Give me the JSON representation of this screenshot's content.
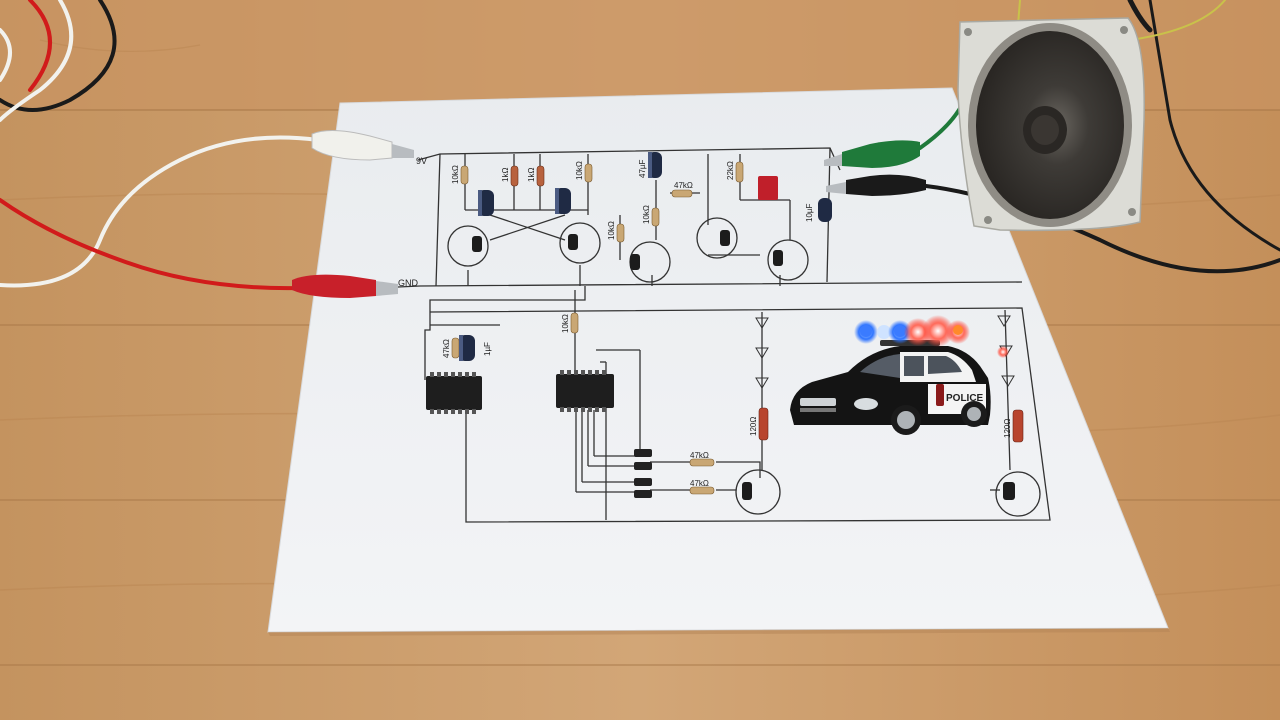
{
  "labels": {
    "v9": "9V",
    "gnd": "GND",
    "police": "POLICE"
  },
  "components": {
    "resistors_top": [
      "10kΩ",
      "1kΩ",
      "1kΩ",
      "10kΩ",
      "10kΩ",
      "47kΩ",
      "22kΩ"
    ],
    "caps_top": [
      "47µF",
      "10µF"
    ],
    "r_bottom_left": "47kΩ",
    "c_bottom_left": "1µF",
    "r_mid": "10kΩ",
    "r_led1": "47kΩ",
    "r_led2": "47kΩ",
    "r_120a": "120Ω",
    "r_120b": "120Ω",
    "r_47k_top": "47kΩ"
  },
  "colors": {
    "wood": "#c99a68",
    "paper": "#eef0f3",
    "wire_red": "#d11b1b",
    "wire_black": "#1a1a1a",
    "clip_red": "#c8202a",
    "clip_green": "#1f7a3a"
  }
}
